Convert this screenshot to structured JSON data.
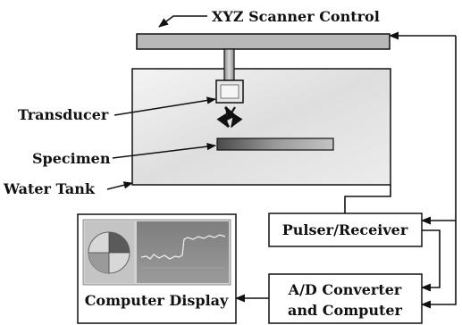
{
  "labels": {
    "scanner": "XYZ Scanner Control",
    "transducer": "Transducer",
    "specimen": "Specimen",
    "water_tank": "Water Tank",
    "pulser": "Pulser/Receiver",
    "adc_line1": "A/D Converter",
    "adc_line2": "and Computer",
    "display": "Computer Display"
  },
  "colors": {
    "line": "#111111",
    "scanner_bar": "#b8b8b8",
    "specimen_dark": "#555555",
    "specimen_light": "#bdbdbd",
    "screen_bg": "#cfcfcf",
    "plot_bg": "#8a8a8a"
  }
}
